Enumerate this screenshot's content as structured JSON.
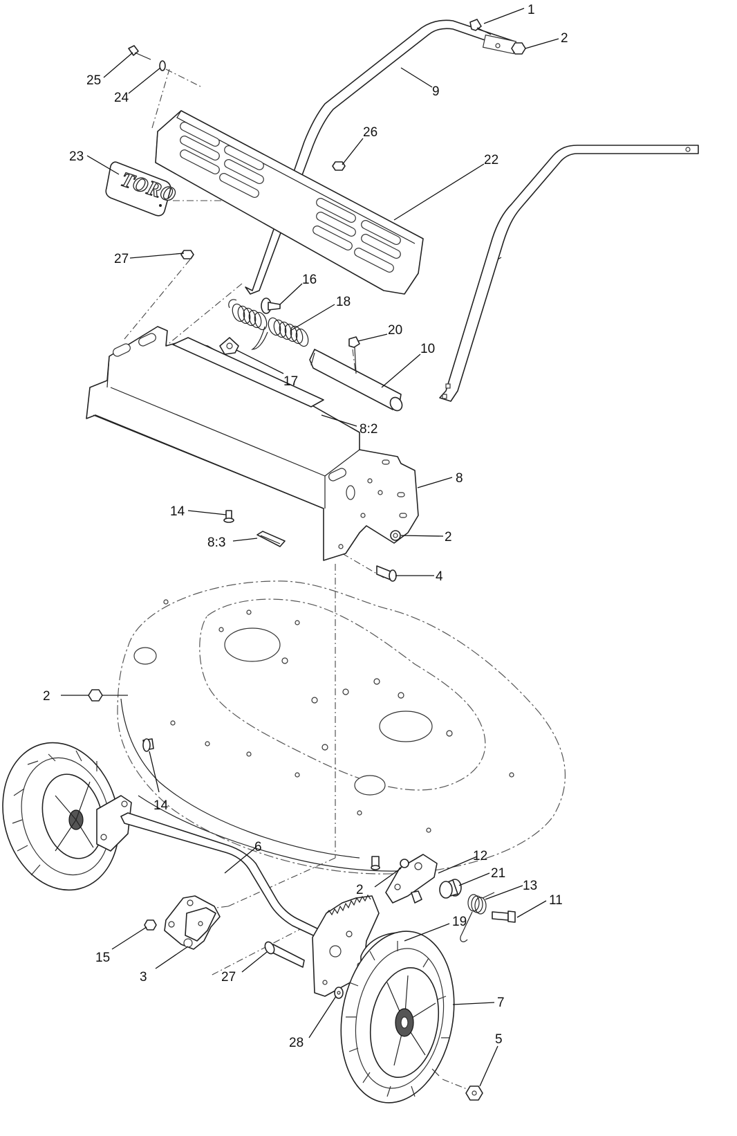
{
  "diagram": {
    "callouts": [
      {
        "label": "1"
      },
      {
        "label": "2"
      },
      {
        "label": "25"
      },
      {
        "label": "24"
      },
      {
        "label": "9"
      },
      {
        "label": "26"
      },
      {
        "label": "23"
      },
      {
        "label": "22"
      },
      {
        "label": "27"
      },
      {
        "label": "16"
      },
      {
        "label": "18"
      },
      {
        "label": "20"
      },
      {
        "label": "10"
      },
      {
        "label": "17"
      },
      {
        "label": "8:2"
      },
      {
        "label": "8"
      },
      {
        "label": "14"
      },
      {
        "label": "2"
      },
      {
        "label": "8:3"
      },
      {
        "label": "4"
      },
      {
        "label": "2"
      },
      {
        "label": "14"
      },
      {
        "label": "6"
      },
      {
        "label": "12"
      },
      {
        "label": "21"
      },
      {
        "label": "13"
      },
      {
        "label": "11"
      },
      {
        "label": "2"
      },
      {
        "label": "19"
      },
      {
        "label": "15"
      },
      {
        "label": "3"
      },
      {
        "label": "27"
      },
      {
        "label": "7"
      },
      {
        "label": "28"
      },
      {
        "label": "5"
      }
    ],
    "logo_text": "TORO"
  }
}
